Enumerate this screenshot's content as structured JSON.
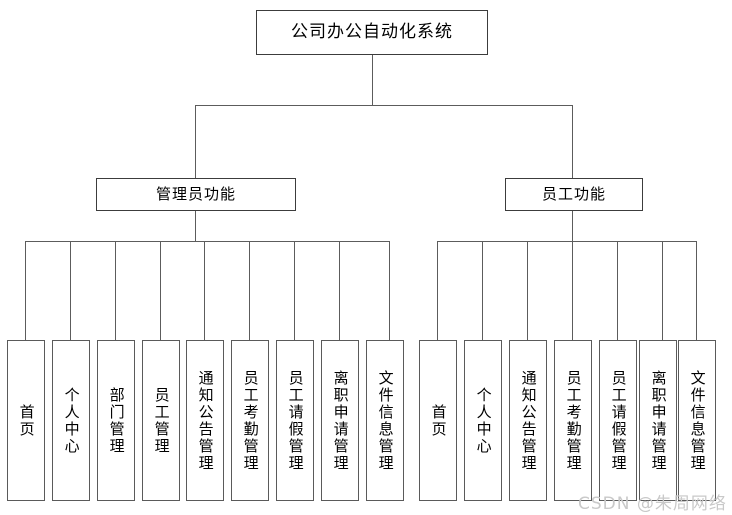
{
  "diagram": {
    "title": "公司办公自动化系统",
    "root": {
      "label": "公司办公自动化系统"
    },
    "branches": [
      {
        "label": "管理员功能"
      },
      {
        "label": "员工功能"
      }
    ],
    "admin_leaves": [
      {
        "label": "首页"
      },
      {
        "label": "个人中心"
      },
      {
        "label": "部门管理"
      },
      {
        "label": "员工管理"
      },
      {
        "label": "通知公告管理"
      },
      {
        "label": "员工考勤管理"
      },
      {
        "label": "员工请假管理"
      },
      {
        "label": "离职申请管理"
      },
      {
        "label": "文件信息管理"
      }
    ],
    "employee_leaves": [
      {
        "label": "首页"
      },
      {
        "label": "个人中心"
      },
      {
        "label": "通知公告管理"
      },
      {
        "label": "员工考勤管理"
      },
      {
        "label": "员工请假管理"
      },
      {
        "label": "离职申请管理"
      },
      {
        "label": "文件信息管理"
      }
    ],
    "watermark": "CSDN @朱周网络",
    "colors": {
      "background": "#ffffff",
      "box_border": "#4a4a4a",
      "edge": "#5c5c5c",
      "text": "#000000",
      "watermark": "#c9c9c9"
    }
  }
}
